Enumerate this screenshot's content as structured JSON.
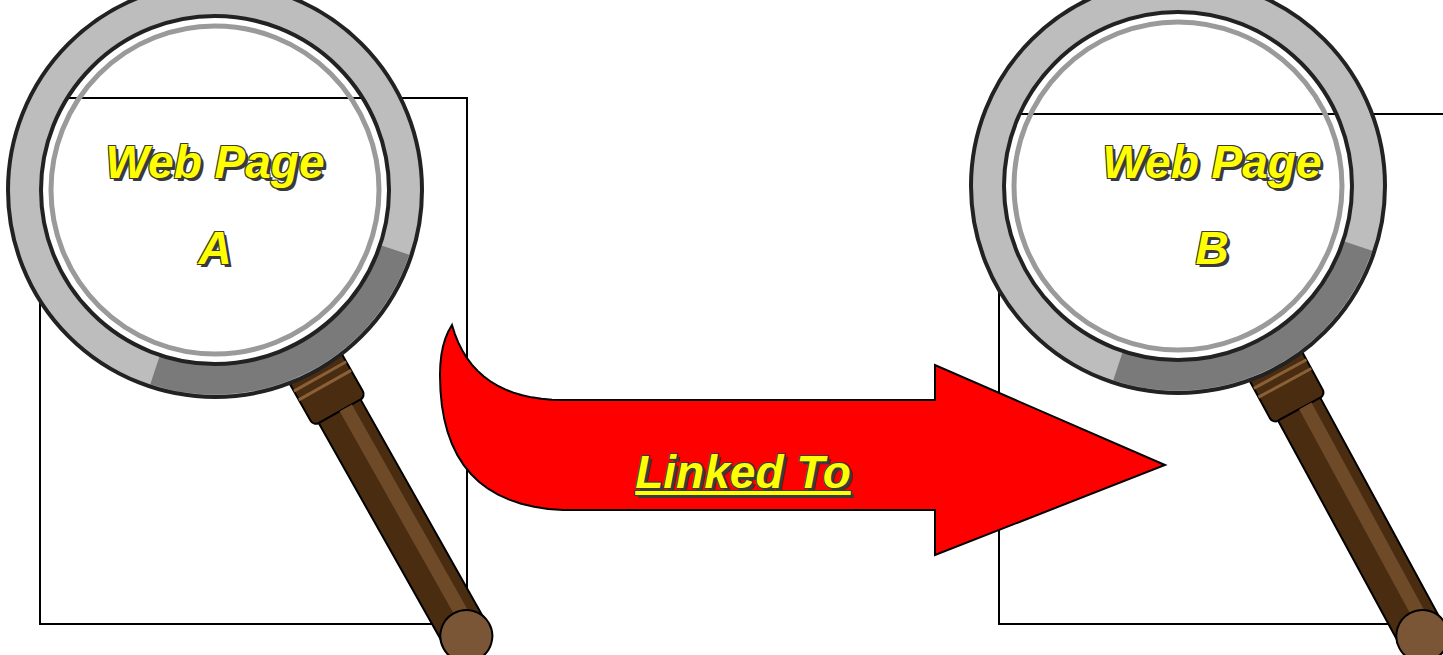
{
  "diagram": {
    "nodes": [
      {
        "text": [
          "Web Page A"
        ]
      },
      {
        "text": [
          "Web Page B"
        ]
      }
    ],
    "edges": [
      {
        "from": 0,
        "to": 1,
        "arrow": "to",
        "label": "Linked To"
      }
    ]
  }
}
